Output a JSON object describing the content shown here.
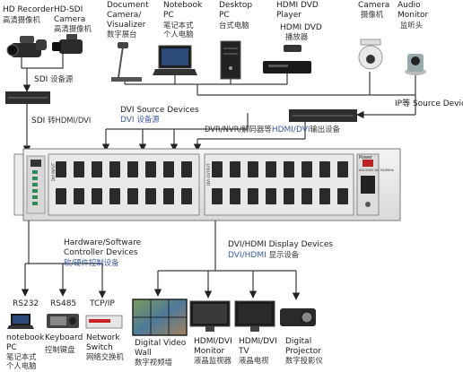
{
  "sources": {
    "hd_recorder": {
      "en": "HD Recorder",
      "cn": "高清摄像机"
    },
    "hdsdi_camera": {
      "en1": "HD-SDI",
      "en2": "Camera",
      "cn": "高清摄像机"
    },
    "doc_camera": {
      "en1": "Document",
      "en2": "Camera/",
      "en3": "Visualizer",
      "cn": "数字展台"
    },
    "notebook": {
      "en1": "Notebook",
      "en2": "PC",
      "cn1": "笔记本式",
      "cn2": "个人电脑"
    },
    "desktop": {
      "en1": "Desktop",
      "en2": "PC",
      "cn": "台式电脑"
    },
    "dvd": {
      "en1": "HDMI DVD",
      "en2": "Player",
      "en3": "HDMI DVD",
      "cn": "播放器"
    },
    "camera": {
      "en": "Camera",
      "cn": "摄像机"
    },
    "audio": {
      "en1": "Audio",
      "en2": "Monitor",
      "cn": "监听头"
    }
  },
  "labels": {
    "sdi_source": {
      "en": "SDI",
      "cn": "设备源"
    },
    "sdi_converter": {
      "en": "SDI",
      "cn": "转HDMI/DVI"
    },
    "dvi_source": {
      "en": "DVI Source Devices",
      "en2": "DVI",
      "cn": "设备源"
    },
    "ip_source": {
      "en": "IP等 Source Devices"
    },
    "dvr": {
      "cn1": "DVR/NVR/解码器等",
      "en": "HDMI/DVI",
      "cn2": "输出设备"
    },
    "hw_sw": {
      "en1": "Hardware/Software",
      "en2": "Controller Devices",
      "cn": "软/硬件控制设备"
    },
    "display": {
      "en1": "DVI/HDMI Display Devices",
      "en2": "DVI/HDMI",
      "cn": "显示设备"
    }
  },
  "matrix": {
    "input_label": "DVI INPUT",
    "output_label": "DVI OUTPUT",
    "power_label": "Power",
    "voltage": "100-240V AC 50/60Hz"
  },
  "controllers": {
    "rs232": {
      "proto": "RS232",
      "en1": "notebook",
      "en2": "PC",
      "cn1": "笔记本式",
      "cn2": "个人电脑"
    },
    "rs485": {
      "proto": "RS485",
      "en": "Keyboard",
      "cn": "控制键盘"
    },
    "tcpip": {
      "proto": "TCP/IP",
      "en1": "Network",
      "en2": "Switch",
      "cn": "网络交换机"
    }
  },
  "displays": {
    "video_wall": {
      "en1": "Digital Video",
      "en2": "Wall",
      "cn": "数字视频墙"
    },
    "monitor": {
      "en1": "HDMI/DVI",
      "en2": "Monitor",
      "cn": "液晶监视器"
    },
    "tv": {
      "en1": "HDMI/DVI",
      "en2": "TV",
      "cn": "液晶电视"
    },
    "projector": {
      "en1": "Digital",
      "en2": "Projector",
      "cn": "数字投影仪"
    }
  },
  "colors": {
    "line": "#3a3a3a",
    "accent_blue": "#3a5aa0",
    "device_dark": "#2b2b2b",
    "screen_blue": "#2c4a78"
  }
}
